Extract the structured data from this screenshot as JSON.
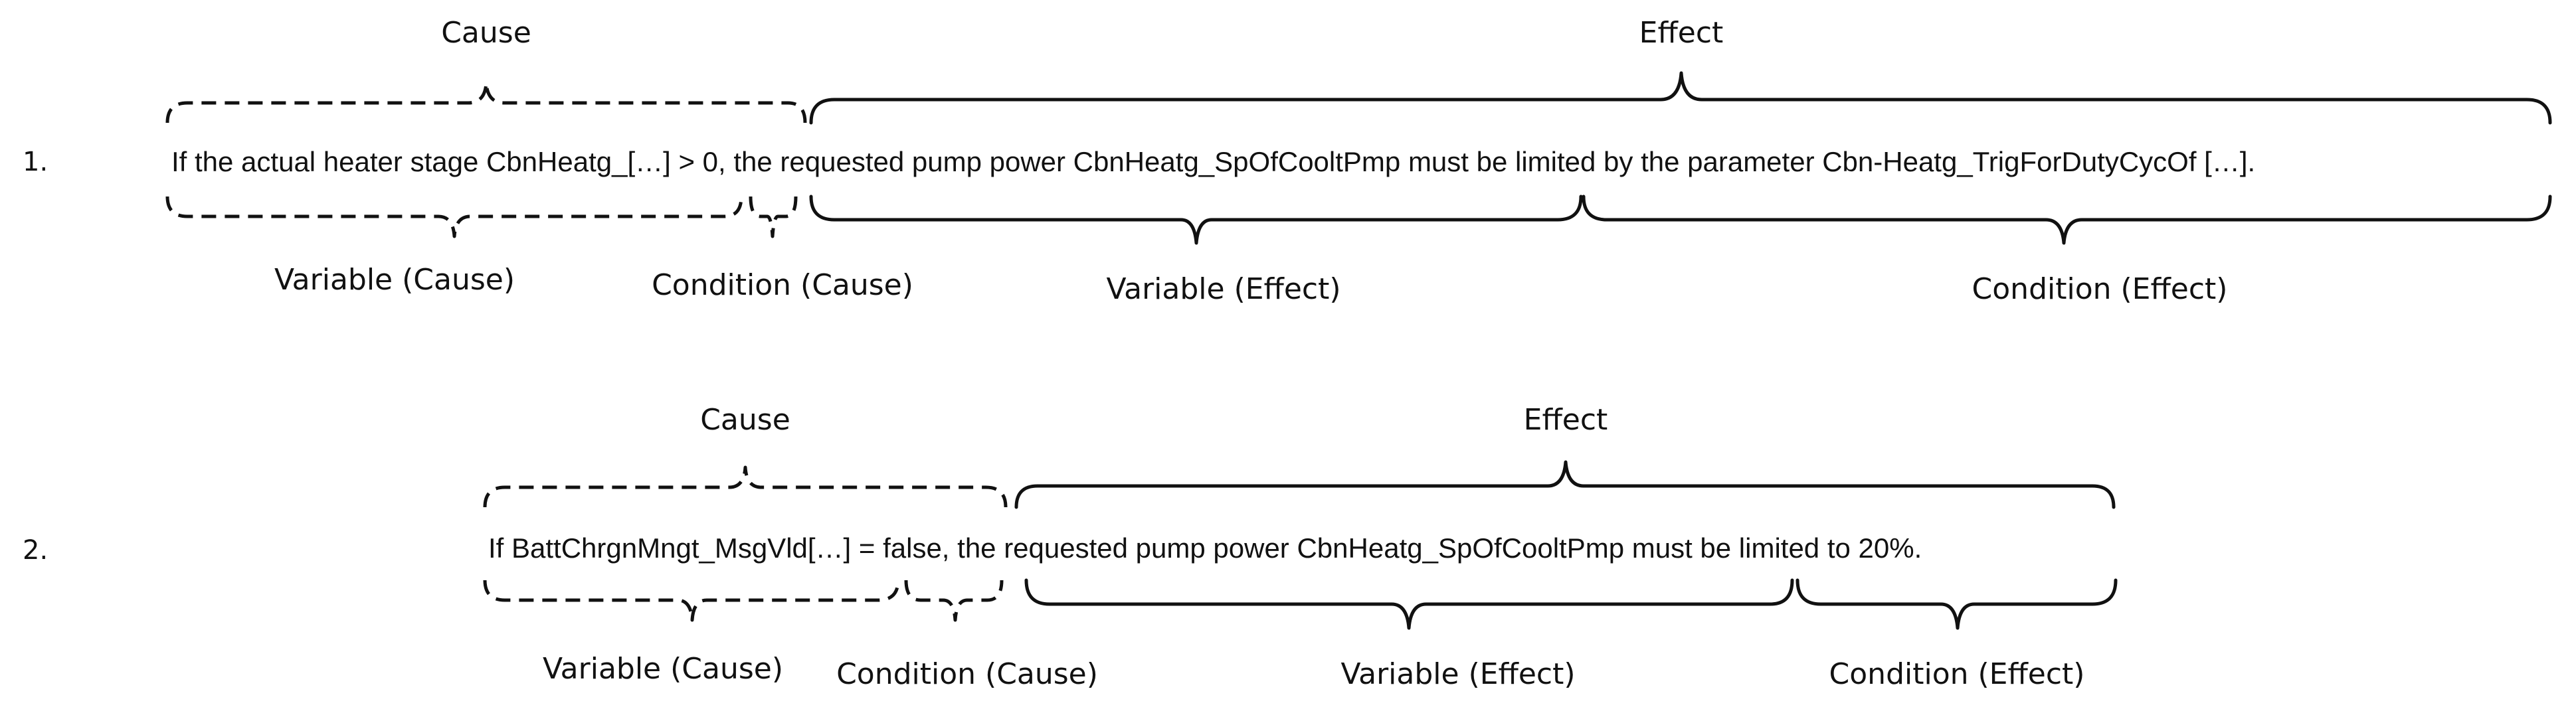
{
  "items": [
    {
      "number": "1.",
      "sentence": "If the actual heater stage CbnHeatg_[…] > 0, the requested pump power CbnHeatg_SpOfCooltPmp must be limited by the parameter Cbn-Heatg_TrigForDutyCycOf […].",
      "labels": {
        "cause": "Cause",
        "effect": "Effect",
        "variable_cause": "Variable (Cause)",
        "condition_cause": "Condition (Cause)",
        "variable_effect": "Variable (Effect)",
        "condition_effect": "Condition (Effect)"
      }
    },
    {
      "number": "2.",
      "sentence": "If BattChrgnMngt_MsgVld[…] = false, the requested pump power CbnHeatg_SpOfCooltPmp must be limited to 20%.",
      "labels": {
        "cause": "Cause",
        "effect": "Effect",
        "variable_cause": "Variable (Cause)",
        "condition_cause": "Condition (Cause)",
        "variable_effect": "Variable (Effect)",
        "condition_effect": "Condition (Effect)"
      }
    }
  ],
  "brace_styles": {
    "cause": "dashed",
    "effect": "solid"
  }
}
